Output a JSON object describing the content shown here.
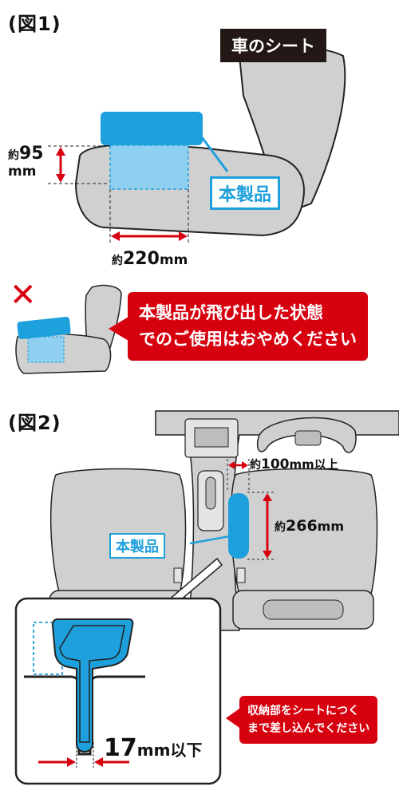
{
  "figure1": {
    "label": "(図1)",
    "seat_tag": "車のシート",
    "product_tag": "本製品",
    "height_prefix": "約",
    "height_value": "95",
    "height_unit": "mm",
    "width_prefix": "約",
    "width_value": "220",
    "width_unit": "mm",
    "warning_line1": "本製品が飛び出した状態",
    "warning_line2": "でのご使用はおやめください",
    "x_mark": "✕"
  },
  "figure2": {
    "label": "(図2)",
    "product_tag": "本製品",
    "gap_prefix": "約",
    "gap_value": "100",
    "gap_unit": "mm以上",
    "length_prefix": "約",
    "length_value": "266",
    "length_unit": "mm",
    "slot_value": "17",
    "slot_unit": "mm以下",
    "note_line1": "収納部をシートにつく",
    "note_line2": "まで差し込んでください"
  },
  "colors": {
    "product_blue": "#1ea0dc",
    "seat_gray": "#d0d0d0",
    "warning_red": "#d7000f"
  }
}
